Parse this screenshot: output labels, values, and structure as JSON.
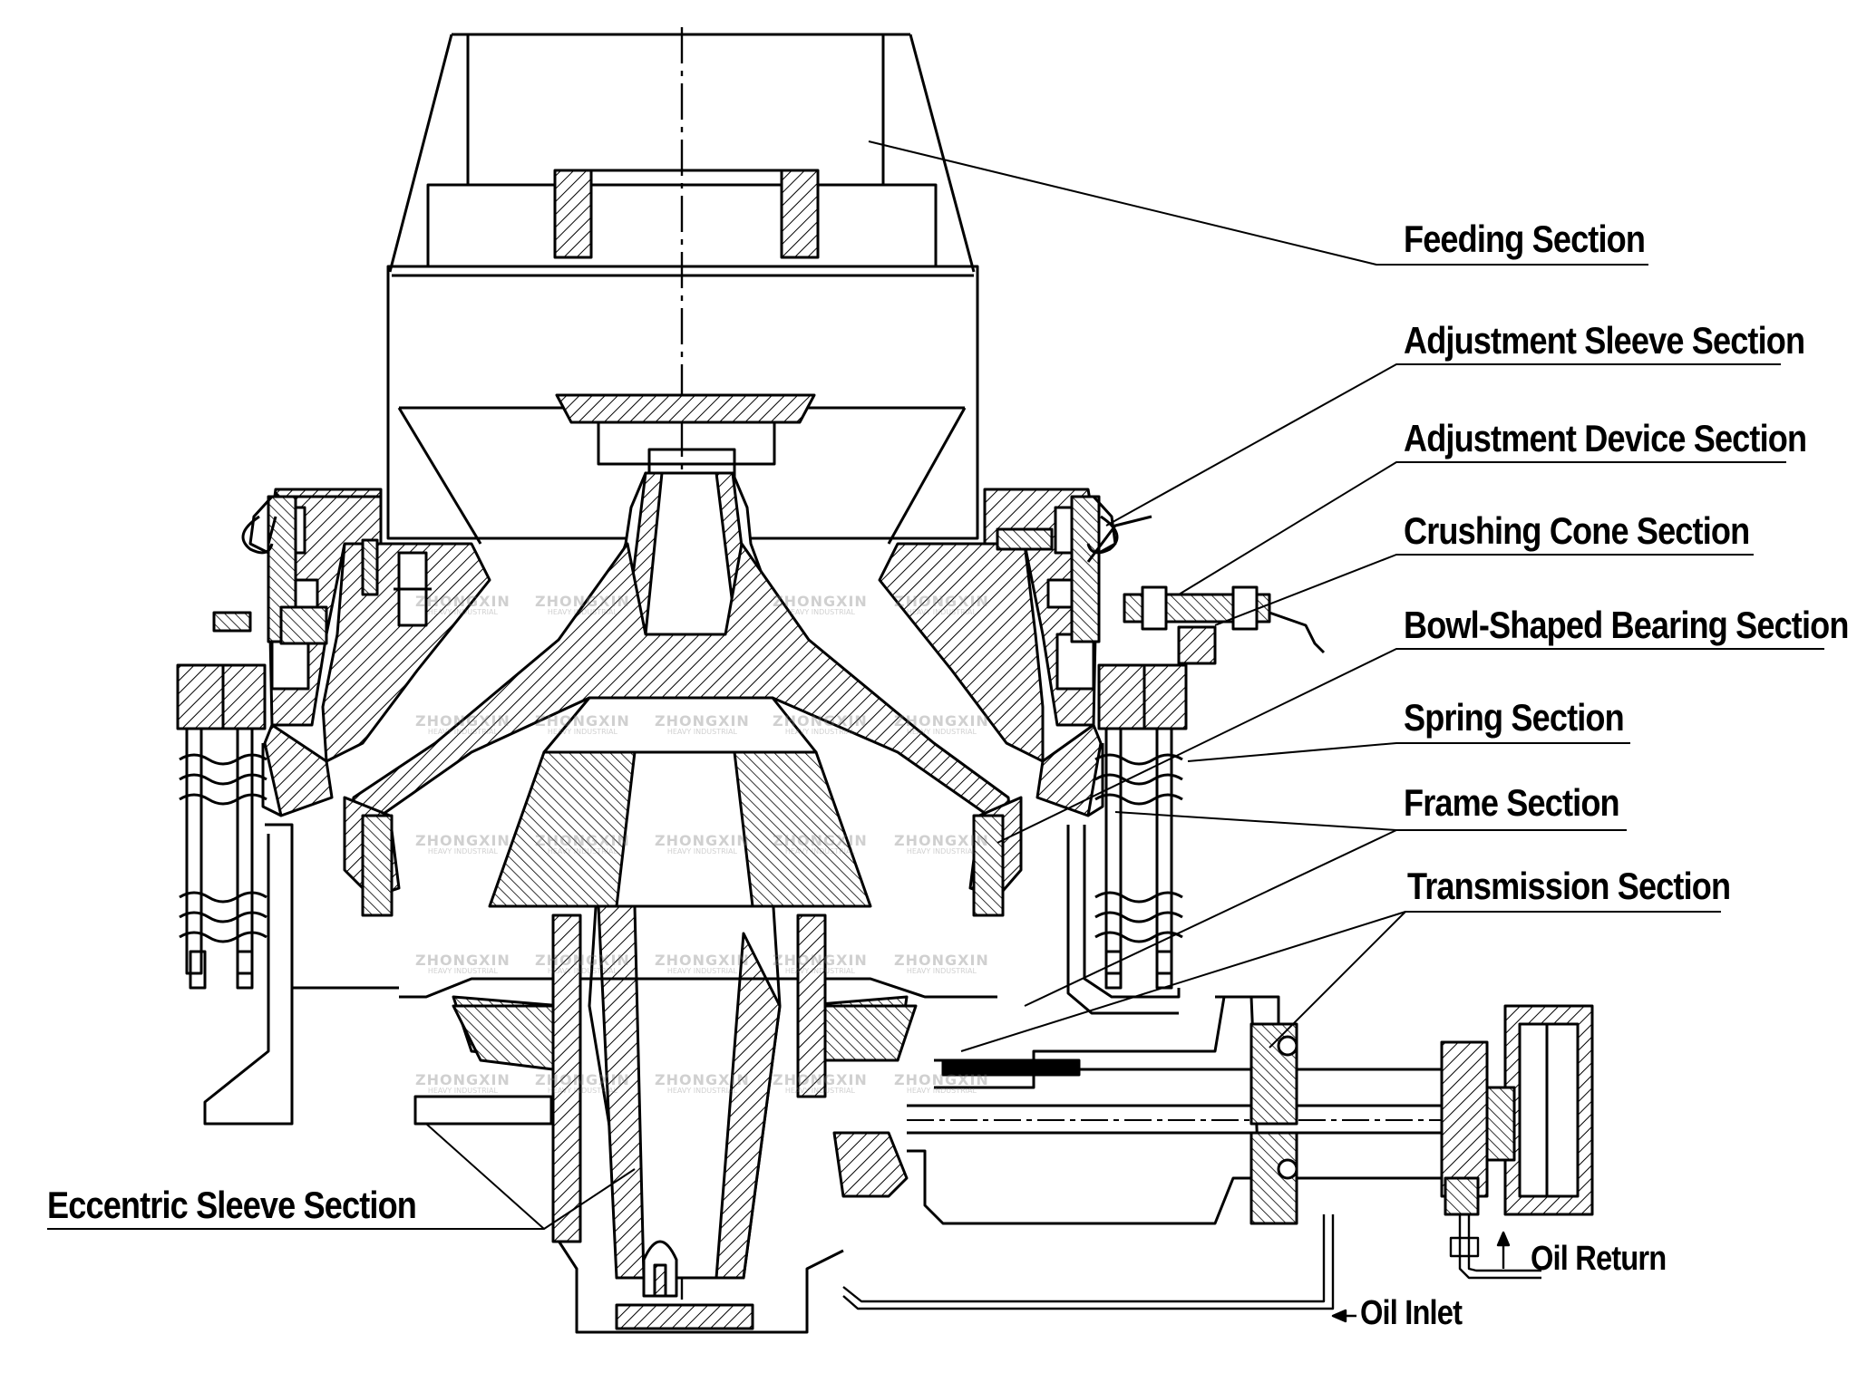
{
  "labels": {
    "feeding": "Feeding Section",
    "adjustment_sleeve": "Adjustment Sleeve Section",
    "adjustment_device": "Adjustment Device Section",
    "crushing_cone": "Crushing Cone Section",
    "bowl_bearing": "Bowl-Shaped Bearing Section",
    "spring": "Spring Section",
    "frame": "Frame Section",
    "transmission": "Transmission Section",
    "eccentric_sleeve": "Eccentric Sleeve Section",
    "oil_inlet": "Oil Inlet",
    "oil_return": "Oil Return"
  },
  "watermark": {
    "name": "ZHONGXIN",
    "sub": "HEAVY INDUSTRIAL"
  },
  "colors": {
    "line": "#000000",
    "background": "#ffffff",
    "watermark": "#9a9a9a"
  }
}
